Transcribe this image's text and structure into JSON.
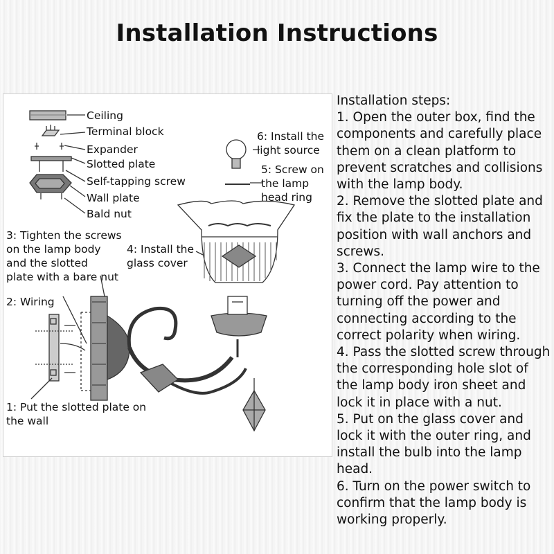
{
  "title": "Installation Instructions",
  "diagram": {
    "labels": {
      "ceiling": "Ceiling",
      "terminal_block": "Terminal block",
      "expander": "Expander",
      "slotted_plate": "Slotted plate",
      "self_tapping_screw": "Self-tapping screw",
      "wall_plate": "Wall plate",
      "bald_nut": "Bald nut",
      "install_light_source_1": "6: Install the",
      "install_light_source_2": "light source",
      "screw_ring_1": "5: Screw on",
      "screw_ring_2": "the lamp",
      "screw_ring_3": "head ring",
      "tighten_1": "3: Tighten the screws",
      "tighten_2": "on the lamp body",
      "tighten_3": "and the slotted",
      "tighten_4": "plate with a bare nut",
      "glass_cover_1": "4: Install the",
      "glass_cover_2": "glass cover",
      "wiring": "2: Wiring",
      "put_plate_1": "1: Put the slotted plate on",
      "put_plate_2": "the wall"
    }
  },
  "steps": {
    "heading": "Installation steps:",
    "items": [
      "1. Open the outer box, find the components and carefully place them on a clean platform to prevent scratches and collisions with the lamp body.",
      "2. Remove the slotted plate and fix the plate to the installation position with wall anchors and screws.",
      "3. Connect the lamp wire to the power cord. Pay attention to turning off the power and connecting according to the correct polarity when wiring.",
      "4. Pass the slotted screw through the corresponding hole slot of the lamp body iron sheet and lock it in place with a nut.",
      "5. Put on the glass cover and lock it with the outer ring, and install the bulb into the lamp head.",
      "6. Turn on the power switch to confirm that the lamp body is working properly."
    ]
  }
}
